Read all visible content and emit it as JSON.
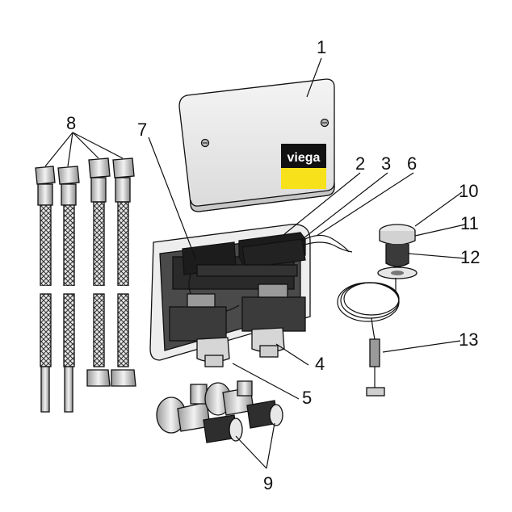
{
  "brand": {
    "logo_text": "viega",
    "colors": {
      "logo_black": "#111111",
      "logo_yellow": "#f7e11a"
    }
  },
  "callouts": [
    {
      "id": "1",
      "part": "cover"
    },
    {
      "id": "2",
      "part": "electronics-module"
    },
    {
      "id": "3",
      "part": "transformer"
    },
    {
      "id": "6",
      "part": "cable"
    },
    {
      "id": "7",
      "part": "electronics-housing"
    },
    {
      "id": "8",
      "part": "braided-hoses"
    },
    {
      "id": "10",
      "part": "sensor-cap"
    },
    {
      "id": "11",
      "part": "sensor-ring"
    },
    {
      "id": "12",
      "part": "sensor-body"
    },
    {
      "id": "13",
      "part": "sensor-cable-coil"
    },
    {
      "id": "4",
      "part": "solenoid-valve"
    },
    {
      "id": "5",
      "part": "valve-connection"
    },
    {
      "id": "9",
      "part": "angle-valves"
    }
  ]
}
